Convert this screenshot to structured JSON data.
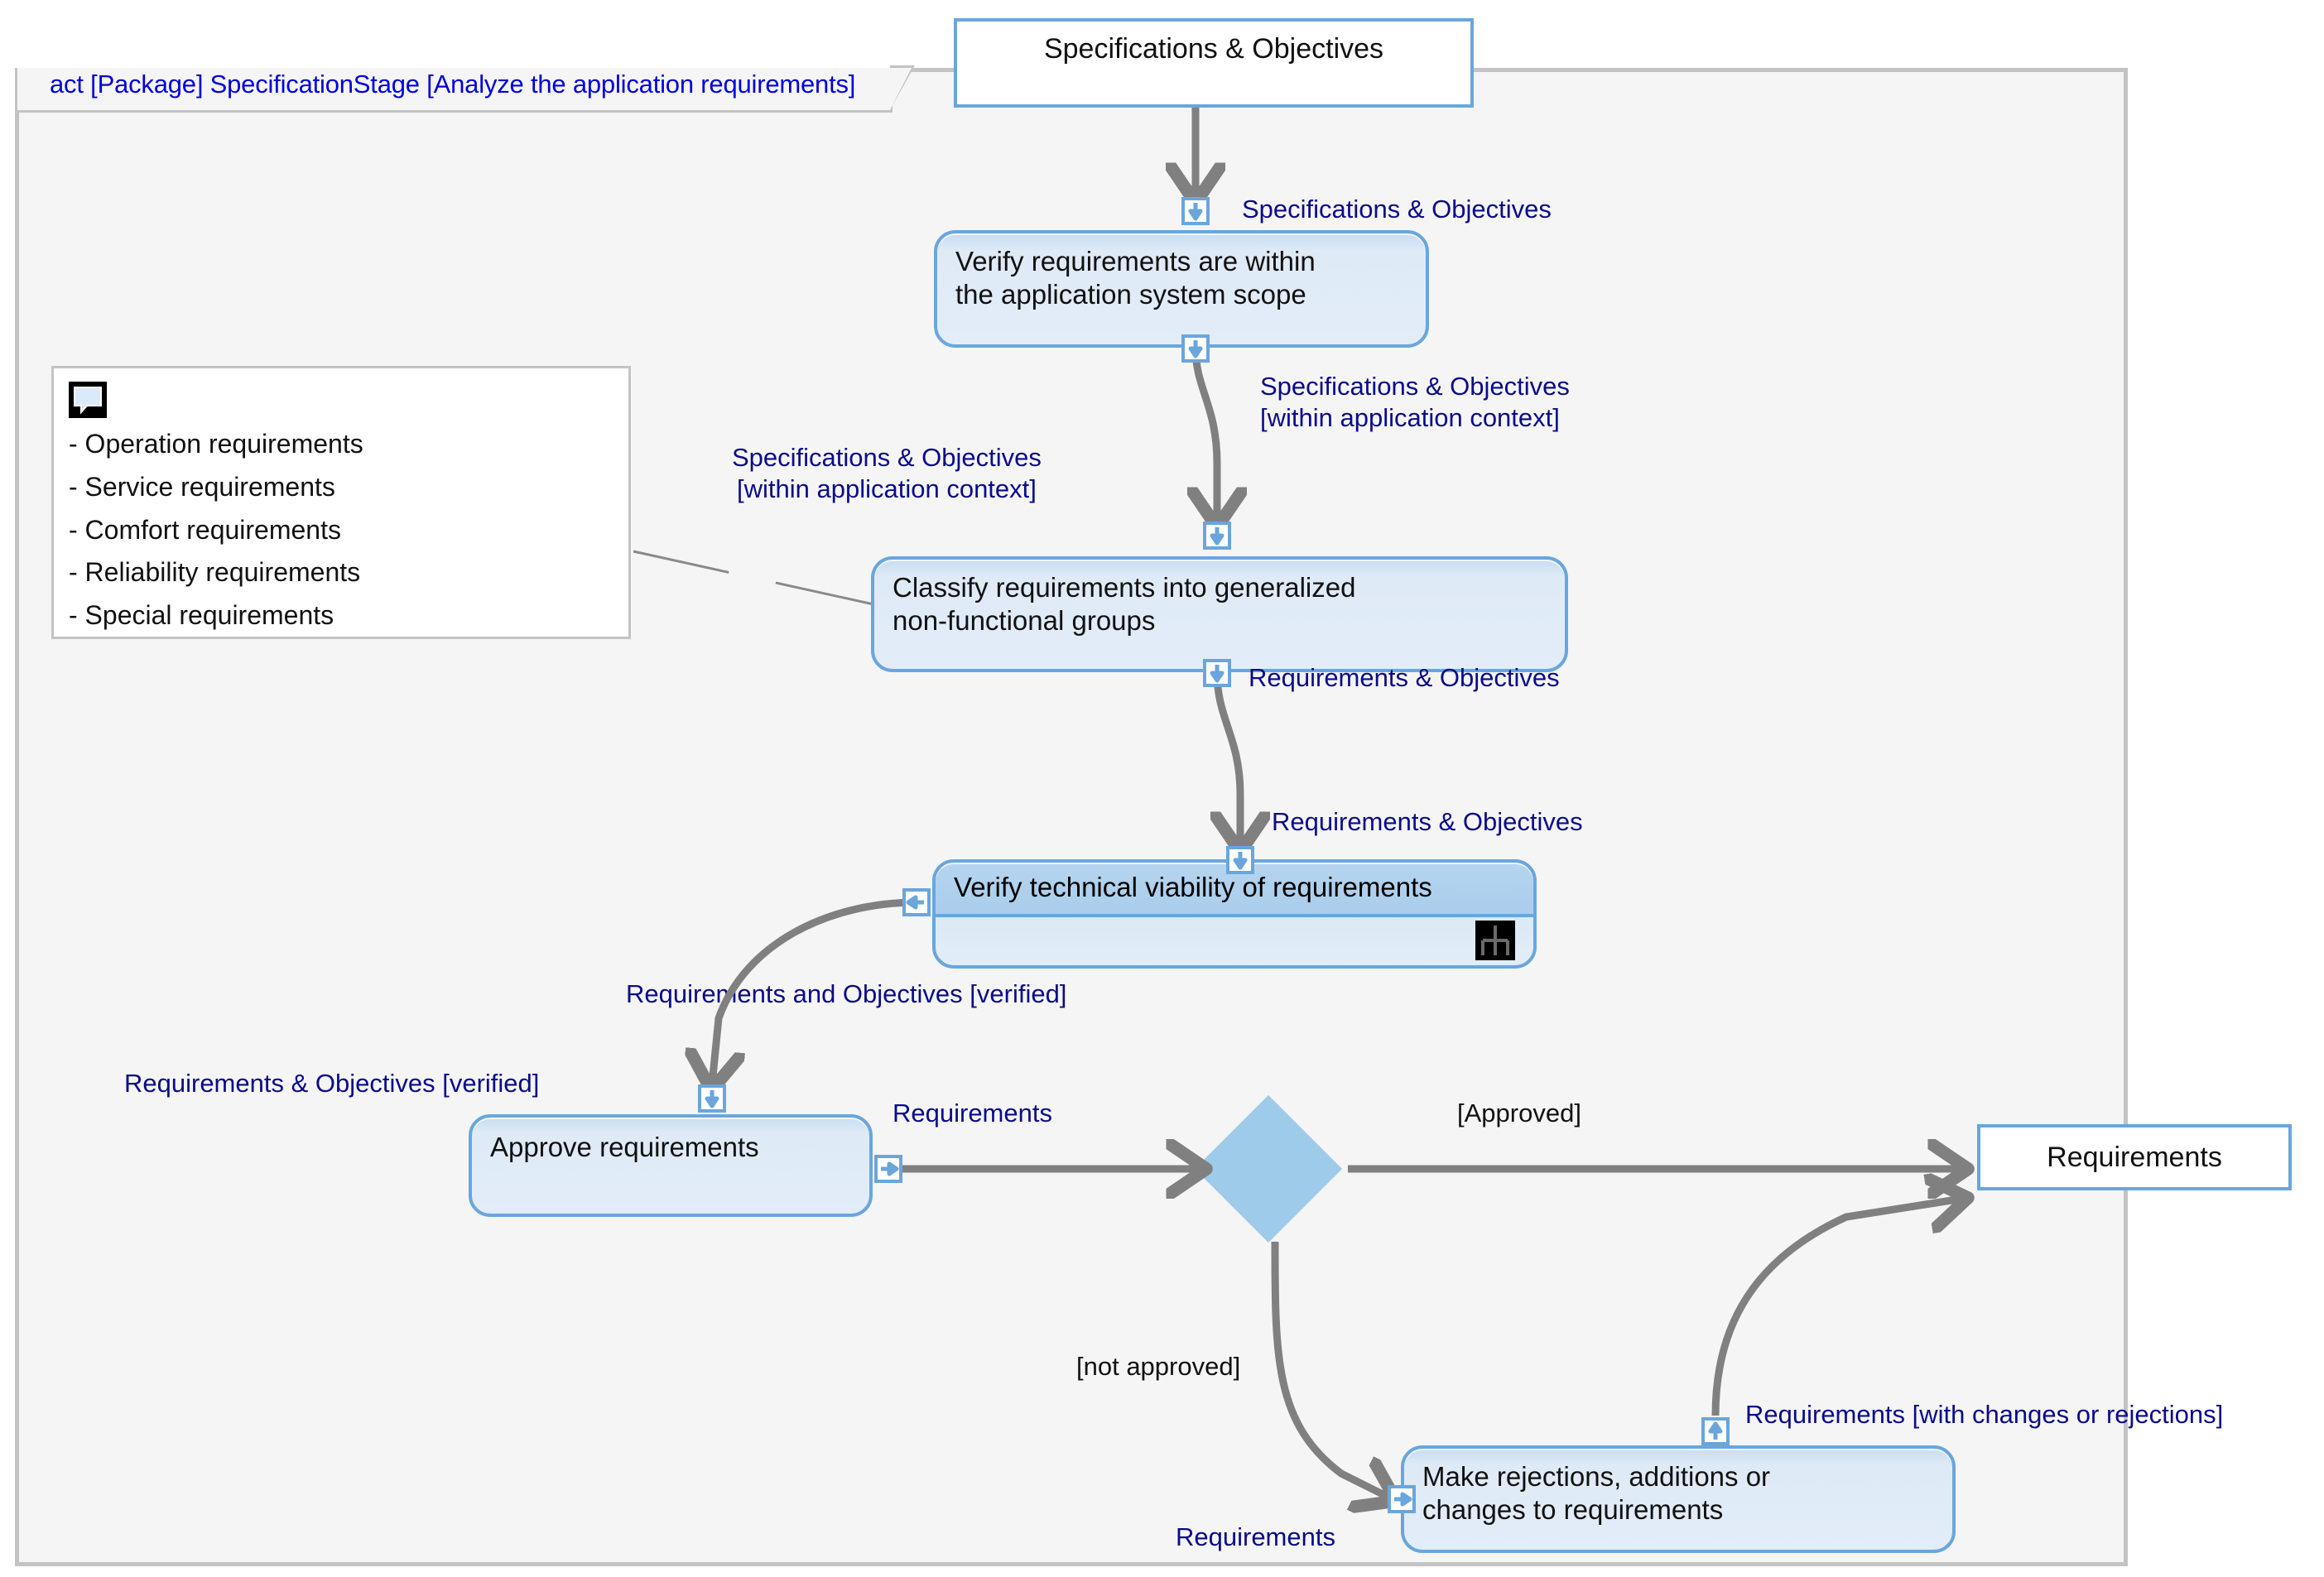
{
  "diagram": {
    "type": "uml-activity-diagram",
    "package_header": "act [Package] SpecificationStage [Analyze the application requirements]",
    "accent_color": "#6aa6dd",
    "label_color": "#0b0b8c",
    "frame_color": "#c3c3c3",
    "edge_color": "#808080",
    "decision_fill": "#9fcbeb"
  },
  "nodes": {
    "start_object": "Specifications & Objectives",
    "verify_scope": "Verify requirements are within\nthe application system scope",
    "classify": "Classify requirements into generalized\nnon-functional groups",
    "verify_viability": "Verify technical viability of requirements",
    "approve": "Approve requirements",
    "make_changes": "Make rejections, additions or\nchanges to requirements",
    "end_object": "Requirements"
  },
  "note": {
    "icon": "comment-icon",
    "lines": [
      "- Operation requirements",
      "- Service requirements",
      "- Comfort requirements",
      "- Reliability requirements",
      "- Special requirements"
    ]
  },
  "flow_labels": {
    "specs_objectives_1": "Specifications & Objectives",
    "specs_objectives_ctx_right": "Specifications & Objectives\n[within application context]",
    "specs_objectives_ctx_left": "Specifications & Objectives\n[within application context]",
    "requirements_objectives_1": "Requirements & Objectives",
    "requirements_objectives_2": "Requirements & Objectives",
    "requirements_and_objectives_verified": "Requirements and Objectives [verified]",
    "requirements_objectives_verified": "Requirements & Objectives [verified]",
    "requirements_out_of_approve": "Requirements",
    "approved_guard": "[Approved]",
    "not_approved_guard": "[not approved]",
    "requirements_into_changes": "Requirements",
    "requirements_with_changes": "Requirements [with changes or rejections]"
  }
}
